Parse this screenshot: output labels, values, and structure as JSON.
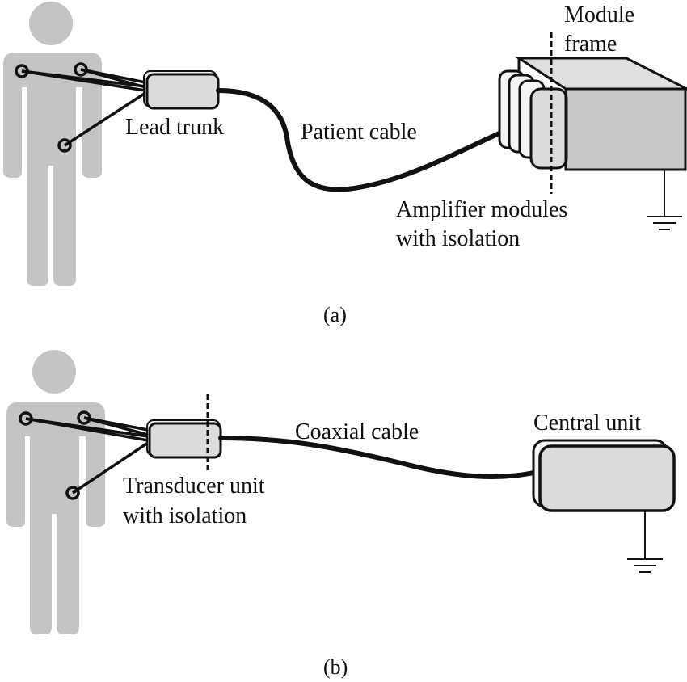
{
  "panel_a": {
    "caption": "(a)",
    "labels": {
      "lead_trunk": "Lead trunk",
      "patient_cable": "Patient cable",
      "module_frame_line1": "Module",
      "module_frame_line2": "frame",
      "amplifier_line1": "Amplifier modules",
      "amplifier_line2": "with isolation"
    }
  },
  "panel_b": {
    "caption": "(b)",
    "labels": {
      "coaxial_cable": "Coaxial cable",
      "central_unit": "Central unit",
      "transducer_line1": "Transducer unit",
      "transducer_line2": "with isolation"
    }
  },
  "colors": {
    "person": "#c4c4c4",
    "box_fill": "#dcdcdc",
    "frame_side": "#c8c8c8",
    "frame_top": "#e0e0e0",
    "line": "#111111"
  }
}
